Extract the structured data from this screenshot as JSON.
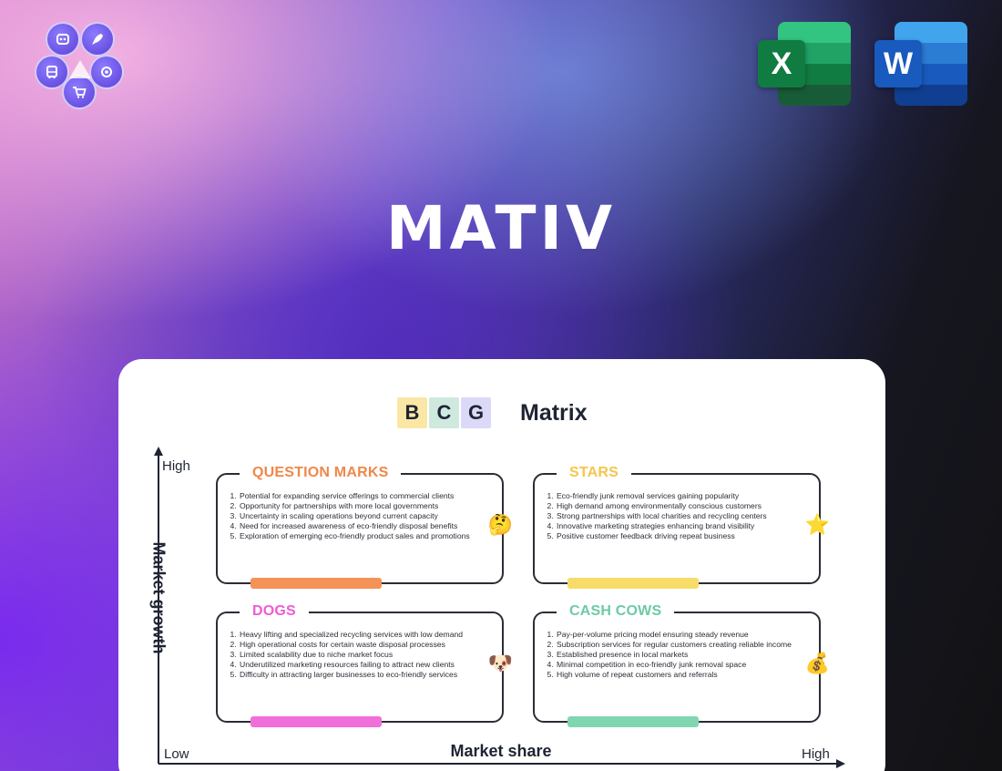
{
  "brand": {
    "title": "MATIV"
  },
  "icons": {
    "logo": [
      "bot-icon",
      "rocket-icon",
      "bus-icon",
      "target-icon",
      "cart-icon"
    ],
    "excel_letter": "X",
    "word_letter": "W"
  },
  "matrix": {
    "title_letters": [
      "B",
      "C",
      "G"
    ],
    "title_word": "Matrix",
    "y_axis": {
      "label": "Market growth",
      "high": "High"
    },
    "x_axis": {
      "label": "Market share",
      "low": "Low",
      "high": "High"
    },
    "quadrants": {
      "question_marks": {
        "title": "QUESTION MARKS",
        "emoji": "🤔",
        "items": [
          "Potential for expanding service offerings to commercial clients",
          "Opportunity for partnerships with more local governments",
          "Uncertainty in scaling operations beyond current capacity",
          "Need for increased awareness of eco-friendly disposal benefits",
          "Exploration of emerging eco-friendly product sales and promotions"
        ]
      },
      "stars": {
        "title": "STARS",
        "emoji": "⭐",
        "items": [
          "Eco-friendly junk removal services gaining popularity",
          "High demand among environmentally conscious customers",
          "Strong partnerships with local charities and recycling centers",
          "Innovative marketing strategies enhancing brand visibility",
          "Positive customer feedback driving repeat business"
        ]
      },
      "dogs": {
        "title": "DOGS",
        "emoji": "🐶",
        "items": [
          "Heavy lifting and specialized recycling services with low demand",
          "High operational costs for certain waste disposal processes",
          "Limited scalability due to niche market focus",
          "Underutilized marketing resources failing to attract new clients",
          "Difficulty in attracting larger businesses to eco-friendly services"
        ]
      },
      "cash_cows": {
        "title": "CASH COWS",
        "emoji": "💰",
        "items": [
          "Pay-per-volume pricing model ensuring steady revenue",
          "Subscription services for regular customers creating reliable income",
          "Established presence in local markets",
          "Minimal competition in eco-friendly junk removal space",
          "High volume of repeat customers and referrals"
        ]
      }
    }
  }
}
